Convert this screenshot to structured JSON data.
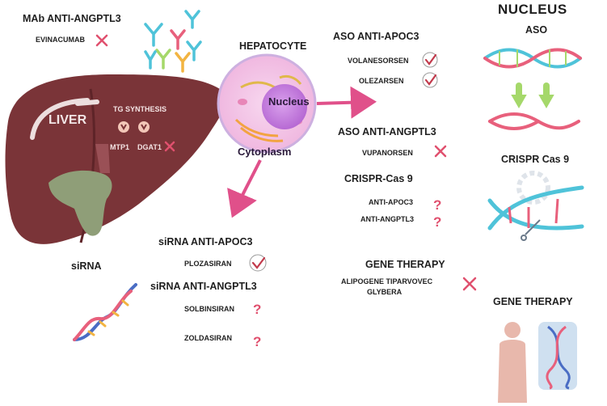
{
  "mab": {
    "title": "MAb ANTI-ANGPTL3",
    "drug": "EVINACUMAB",
    "status_icon": "cross-icon"
  },
  "liver": {
    "label": "LIVER",
    "process": "TG SYNTHESIS",
    "targets": [
      "MTP1",
      "DGAT1"
    ]
  },
  "hepatocyte": {
    "title": "HEPATOCYTE",
    "nucleus": "Nucleus",
    "cytoplasm": "Cytoplasm"
  },
  "aso_apoc3": {
    "title": "ASO ANTI-APOC3",
    "drugs": [
      "VOLANESORSEN",
      "OLEZARSEN"
    ],
    "status_icon": "check-icon"
  },
  "aso_angptl3": {
    "title": "ASO ANTI-ANGPTL3",
    "drug": "VUPANORSEN",
    "status_icon": "cross-icon"
  },
  "crispr_list": {
    "title": "CRISPR-Cas 9",
    "items": [
      "ANTI-APOC3",
      "ANTI-ANGPTL3"
    ],
    "status_icon": "question-icon"
  },
  "gene_therapy_list": {
    "title": "GENE THERAPY",
    "drug_line1": "ALIPOGENE TIPARVOVEC",
    "drug_line2": "GLYBERA",
    "status_icon": "cross-icon"
  },
  "sirna_apoc3": {
    "title": "siRNA ANTI-APOC3",
    "drug": "PLOZASIRAN",
    "status_icon": "check-icon"
  },
  "sirna_angptl3": {
    "title": "siRNA ANTI-ANGPTL3",
    "drugs": [
      "SOLBINSIRAN",
      "ZOLDASIRAN"
    ],
    "status_icon": "question-icon"
  },
  "sirna_label": "siRNA",
  "nucleus_panel": {
    "title": "NUCLEUS",
    "aso": "ASO",
    "crispr": "CRISPR Cas 9",
    "gene_therapy": "GENE THERAPY"
  },
  "colors": {
    "liver": "#7a3438",
    "arrow": "#e0508a",
    "cross": "#e0506e",
    "check": "#c23a4c",
    "cyan": "#4fc3d9",
    "pink": "#e8607c",
    "green": "#a5d86a"
  }
}
